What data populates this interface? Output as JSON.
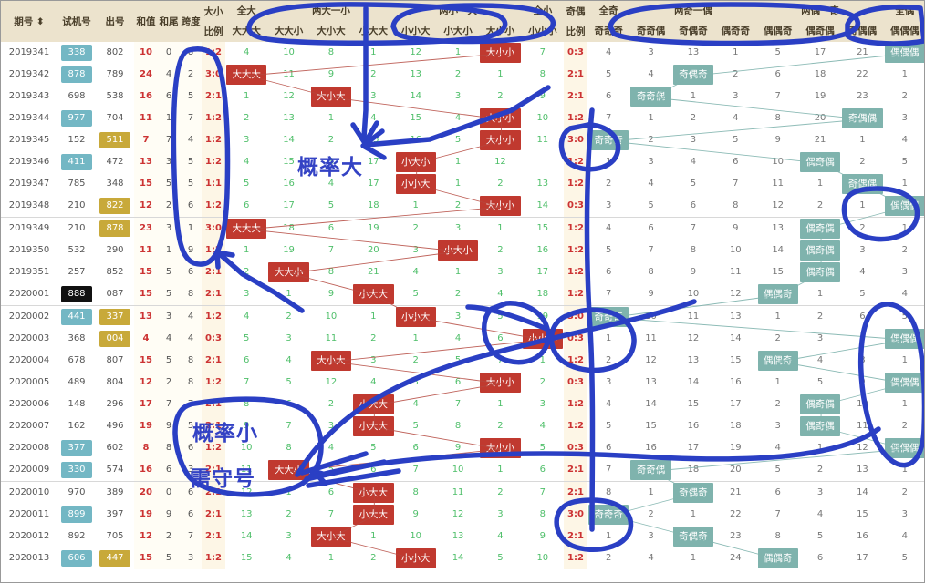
{
  "header": {
    "left_cols": [
      {
        "key": "issue",
        "label": "期号",
        "sortable": true
      },
      {
        "key": "shiji",
        "label": "试机号"
      },
      {
        "key": "chuhao",
        "label": "出号"
      },
      {
        "key": "hezhi",
        "label": "和值"
      },
      {
        "key": "hewei",
        "label": "和尾"
      },
      {
        "key": "kuadu",
        "label": "跨度"
      },
      {
        "key": "ratio",
        "label": "大小比例",
        "two_line": [
          "大小",
          "比例"
        ]
      }
    ],
    "size_groups": [
      {
        "group": "全大",
        "cols": [
          "大大大"
        ]
      },
      {
        "group": "两大一小",
        "cols": [
          "大大小",
          "大小大",
          "小大大"
        ]
      },
      {
        "group": "两小一大",
        "cols": [
          "小小大",
          "小大小",
          "大小小"
        ]
      },
      {
        "group": "全小",
        "cols": [
          "小小小"
        ]
      }
    ],
    "odd_ratio": {
      "two_line": [
        "奇偶",
        "比例"
      ]
    },
    "odd_groups": [
      {
        "group": "全奇",
        "cols": [
          "奇奇奇"
        ]
      },
      {
        "group": "两奇一偶",
        "cols": [
          "奇奇偶",
          "奇偶奇",
          "偶奇奇"
        ]
      },
      {
        "group": "两偶一奇",
        "cols": [
          "偶偶奇",
          "偶奇偶",
          "奇偶偶"
        ]
      },
      {
        "group": "全偶",
        "cols": [
          "偶偶偶"
        ]
      }
    ]
  },
  "rows": [
    {
      "issue": "2019341",
      "shiji": "338",
      "shiji_style": "blue",
      "chuhao": "802",
      "chuhao_style": "plain",
      "hezhi": "10",
      "hewei": "0",
      "kuadu": "8",
      "ratio": "1:2",
      "big": [
        "4",
        "10",
        "8",
        "1",
        "12",
        "1",
        "",
        "7"
      ],
      "big_badge": {
        "index": 6,
        "text": "大小小"
      },
      "oddratio": "0:3",
      "odd": [
        "4",
        "3",
        "13",
        "1",
        "5",
        "17",
        "21",
        ""
      ],
      "odd_badge": {
        "index": 7,
        "text": "偶偶偶"
      }
    },
    {
      "issue": "2019342",
      "shiji": "878",
      "shiji_style": "blue",
      "chuhao": "789",
      "chuhao_style": "plain",
      "hezhi": "24",
      "hewei": "4",
      "kuadu": "2",
      "ratio": "3:0",
      "big": [
        "",
        "11",
        "9",
        "2",
        "13",
        "2",
        "1",
        "8"
      ],
      "big_badge": {
        "index": 0,
        "text": "大大大"
      },
      "oddratio": "2:1",
      "odd": [
        "5",
        "4",
        "",
        "2",
        "6",
        "18",
        "22",
        "1"
      ],
      "odd_badge": {
        "index": 2,
        "text": "奇偶奇"
      }
    },
    {
      "issue": "2019343",
      "shiji": "698",
      "shiji_style": "plain",
      "chuhao": "538",
      "chuhao_style": "plain",
      "hezhi": "16",
      "hewei": "6",
      "kuadu": "5",
      "ratio": "2:1",
      "big": [
        "1",
        "12",
        "",
        "3",
        "14",
        "3",
        "2",
        "9"
      ],
      "big_badge": {
        "index": 2,
        "text": "大小大"
      },
      "oddratio": "2:1",
      "odd": [
        "6",
        "",
        "1",
        "3",
        "7",
        "19",
        "23",
        "2"
      ],
      "odd_badge": {
        "index": 1,
        "text": "奇奇偶"
      }
    },
    {
      "issue": "2019344",
      "shiji": "977",
      "shiji_style": "blue",
      "chuhao": "704",
      "chuhao_style": "plain",
      "hezhi": "11",
      "hewei": "1",
      "kuadu": "7",
      "ratio": "1:2",
      "big": [
        "2",
        "13",
        "1",
        "4",
        "15",
        "4",
        "",
        "10"
      ],
      "big_badge": {
        "index": 6,
        "text": "大小小"
      },
      "oddratio": "1:2",
      "odd": [
        "7",
        "1",
        "2",
        "4",
        "8",
        "20",
        "",
        "3"
      ],
      "odd_badge": {
        "index": 6,
        "text": "奇偶偶"
      }
    },
    {
      "issue": "2019345",
      "shiji": "152",
      "shiji_style": "plain",
      "chuhao": "511",
      "chuhao_style": "gold",
      "hezhi": "7",
      "hewei": "7",
      "kuadu": "4",
      "ratio": "1:2",
      "big": [
        "3",
        "14",
        "2",
        "15",
        "16",
        "5",
        "",
        "11"
      ],
      "big_badge": {
        "index": 6,
        "text": "大小小"
      },
      "oddratio": "3:0",
      "odd": [
        "",
        "2",
        "3",
        "5",
        "9",
        "21",
        "1",
        "4"
      ],
      "odd_badge": {
        "index": 0,
        "text": "奇奇奇"
      }
    },
    {
      "issue": "2019346",
      "shiji": "411",
      "shiji_style": "blue",
      "chuhao": "472",
      "chuhao_style": "plain",
      "hezhi": "13",
      "hewei": "3",
      "kuadu": "5",
      "ratio": "1:2",
      "big": [
        "4",
        "15",
        "3",
        "17",
        "",
        "1",
        "12",
        ""
      ],
      "big_badge": {
        "index": 4,
        "text": "小大小"
      },
      "oddratio": "1:2",
      "odd": [
        "1",
        "3",
        "4",
        "6",
        "10",
        "",
        "2",
        "5"
      ],
      "odd_badge": {
        "index": 5,
        "text": "偶奇偶"
      }
    },
    {
      "issue": "2019347",
      "shiji": "785",
      "shiji_style": "plain",
      "chuhao": "348",
      "chuhao_style": "plain",
      "hezhi": "15",
      "hewei": "5",
      "kuadu": "5",
      "ratio": "1:1",
      "big": [
        "5",
        "16",
        "4",
        "17",
        "",
        "1",
        "2",
        "13"
      ],
      "big_badge": {
        "index": 4,
        "text": "小小大"
      },
      "oddratio": "1:2",
      "odd": [
        "2",
        "4",
        "5",
        "7",
        "11",
        "1",
        "",
        "1"
      ],
      "odd_badge": {
        "index": 6,
        "text": "奇偶偶"
      }
    },
    {
      "issue": "2019348",
      "shiji": "210",
      "shiji_style": "plain",
      "chuhao": "822",
      "chuhao_style": "gold",
      "hezhi": "12",
      "hewei": "2",
      "kuadu": "6",
      "ratio": "1:2",
      "groupend": true,
      "big": [
        "6",
        "17",
        "5",
        "18",
        "1",
        "2",
        "",
        "14"
      ],
      "big_badge": {
        "index": 6,
        "text": "大小小"
      },
      "oddratio": "0:3",
      "odd": [
        "3",
        "5",
        "6",
        "8",
        "12",
        "2",
        "1",
        ""
      ],
      "odd_badge": {
        "index": 7,
        "text": "偶偶偶"
      }
    },
    {
      "issue": "2019349",
      "shiji": "210",
      "shiji_style": "plain",
      "chuhao": "878",
      "chuhao_style": "gold",
      "hezhi": "23",
      "hewei": "3",
      "kuadu": "1",
      "ratio": "3:0",
      "big": [
        "",
        "18",
        "6",
        "19",
        "2",
        "3",
        "1",
        "15"
      ],
      "big_badge": {
        "index": 0,
        "text": "大大大"
      },
      "oddratio": "1:2",
      "odd": [
        "4",
        "6",
        "7",
        "9",
        "13",
        "",
        "2",
        "1"
      ],
      "odd_badge": {
        "index": 5,
        "text": "偶奇偶"
      }
    },
    {
      "issue": "2019350",
      "shiji": "532",
      "shiji_style": "plain",
      "chuhao": "290",
      "chuhao_style": "plain",
      "hezhi": "11",
      "hewei": "1",
      "kuadu": "9",
      "ratio": "1:2",
      "big": [
        "1",
        "19",
        "7",
        "20",
        "3",
        "",
        "2",
        "16"
      ],
      "big_badge": {
        "index": 5,
        "text": "小大小"
      },
      "oddratio": "1:2",
      "odd": [
        "5",
        "7",
        "8",
        "10",
        "14",
        "",
        "3",
        "2"
      ],
      "odd_badge": {
        "index": 5,
        "text": "偶奇偶"
      }
    },
    {
      "issue": "2019351",
      "shiji": "257",
      "shiji_style": "plain",
      "chuhao": "852",
      "chuhao_style": "plain",
      "hezhi": "15",
      "hewei": "5",
      "kuadu": "6",
      "ratio": "2:1",
      "big": [
        "2",
        "",
        "8",
        "21",
        "4",
        "1",
        "3",
        "17"
      ],
      "big_badge": {
        "index": 1,
        "text": "大大小"
      },
      "oddratio": "1:2",
      "odd": [
        "6",
        "8",
        "9",
        "11",
        "15",
        "",
        "4",
        "3"
      ],
      "odd_badge": {
        "index": 5,
        "text": "偶奇偶"
      }
    },
    {
      "issue": "2020001",
      "shiji": "888",
      "shiji_style": "black",
      "chuhao": "087",
      "chuhao_style": "plain",
      "hezhi": "15",
      "hewei": "5",
      "kuadu": "8",
      "ratio": "2:1",
      "groupend": true,
      "big": [
        "3",
        "1",
        "9",
        "",
        "5",
        "2",
        "4",
        "18"
      ],
      "big_badge": {
        "index": 3,
        "text": "小大大"
      },
      "oddratio": "1:2",
      "odd": [
        "7",
        "9",
        "10",
        "12",
        "",
        "1",
        "5",
        "4"
      ],
      "odd_badge": {
        "index": 4,
        "text": "偶偶奇"
      }
    },
    {
      "issue": "2020002",
      "shiji": "441",
      "shiji_style": "blue",
      "chuhao": "337",
      "chuhao_style": "gold",
      "hezhi": "13",
      "hewei": "3",
      "kuadu": "4",
      "ratio": "1:2",
      "big": [
        "4",
        "2",
        "10",
        "1",
        "",
        "3",
        "5",
        "19"
      ],
      "big_badge": {
        "index": 4,
        "text": "小小大"
      },
      "oddratio": "3:0",
      "odd": [
        "",
        "10",
        "11",
        "13",
        "1",
        "2",
        "6",
        "5"
      ],
      "odd_badge": {
        "index": 0,
        "text": "奇奇奇"
      }
    },
    {
      "issue": "2020003",
      "shiji": "368",
      "shiji_style": "plain",
      "chuhao": "004",
      "chuhao_style": "gold",
      "hezhi": "4",
      "hewei": "4",
      "kuadu": "4",
      "ratio": "0:3",
      "big": [
        "5",
        "3",
        "11",
        "2",
        "1",
        "4",
        "6",
        ""
      ],
      "big_badge": {
        "index": 7,
        "text": "小小小"
      },
      "oddratio": "0:3",
      "odd": [
        "1",
        "11",
        "12",
        "14",
        "2",
        "3",
        "",
        ""
      ],
      "odd_badge": {
        "index": 7,
        "text": "偶偶偶"
      }
    },
    {
      "issue": "2020004",
      "shiji": "678",
      "shiji_style": "plain",
      "chuhao": "807",
      "chuhao_style": "plain",
      "hezhi": "15",
      "hewei": "5",
      "kuadu": "8",
      "ratio": "2:1",
      "big": [
        "6",
        "4",
        "",
        "3",
        "2",
        "5",
        "7",
        "1"
      ],
      "big_badge": {
        "index": 2,
        "text": "大小大"
      },
      "oddratio": "1:2",
      "odd": [
        "2",
        "12",
        "13",
        "15",
        "",
        "4",
        "8",
        "1"
      ],
      "odd_badge": {
        "index": 4,
        "text": "偶偶奇"
      }
    },
    {
      "issue": "2020005",
      "shiji": "489",
      "shiji_style": "plain",
      "chuhao": "804",
      "chuhao_style": "plain",
      "hezhi": "12",
      "hewei": "2",
      "kuadu": "8",
      "ratio": "1:2",
      "big": [
        "7",
        "5",
        "12",
        "4",
        "3",
        "6",
        "",
        "2"
      ],
      "big_badge": {
        "index": 6,
        "text": "大小小"
      },
      "oddratio": "0:3",
      "odd": [
        "3",
        "13",
        "14",
        "16",
        "1",
        "5",
        "9",
        ""
      ],
      "odd_badge": {
        "index": 7,
        "text": "偶偶偶"
      }
    },
    {
      "issue": "2020006",
      "shiji": "148",
      "shiji_style": "plain",
      "chuhao": "296",
      "chuhao_style": "plain",
      "hezhi": "17",
      "hewei": "7",
      "kuadu": "7",
      "ratio": "2:1",
      "big": [
        "8",
        "6",
        "2",
        "",
        "4",
        "7",
        "1",
        "3"
      ],
      "big_badge": {
        "index": 3,
        "text": "小大大"
      },
      "oddratio": "1:2",
      "odd": [
        "4",
        "14",
        "15",
        "17",
        "2",
        "",
        "10",
        "1"
      ],
      "odd_badge": {
        "index": 5,
        "text": "偶奇偶"
      }
    },
    {
      "issue": "2020007",
      "shiji": "162",
      "shiji_style": "plain",
      "chuhao": "496",
      "chuhao_style": "plain",
      "hezhi": "19",
      "hewei": "9",
      "kuadu": "5",
      "ratio": "2:1",
      "big": [
        "9",
        "7",
        "3",
        "",
        "5",
        "8",
        "2",
        "4"
      ],
      "big_badge": {
        "index": 3,
        "text": "小大大"
      },
      "oddratio": "1:2",
      "odd": [
        "5",
        "15",
        "16",
        "18",
        "3",
        "",
        "11",
        "2"
      ],
      "odd_badge": {
        "index": 5,
        "text": "偶奇偶"
      }
    },
    {
      "issue": "2020008",
      "shiji": "377",
      "shiji_style": "blue",
      "chuhao": "602",
      "chuhao_style": "plain",
      "hezhi": "8",
      "hewei": "8",
      "kuadu": "6",
      "ratio": "1:2",
      "big": [
        "10",
        "8",
        "4",
        "5",
        "6",
        "9",
        "",
        "5"
      ],
      "big_badge": {
        "index": 6,
        "text": "大小小"
      },
      "oddratio": "0:3",
      "odd": [
        "6",
        "16",
        "17",
        "19",
        "4",
        "1",
        "12",
        ""
      ],
      "odd_badge": {
        "index": 7,
        "text": "偶偶偶"
      }
    },
    {
      "issue": "2020009",
      "shiji": "330",
      "shiji_style": "blue",
      "chuhao": "574",
      "chuhao_style": "plain",
      "hezhi": "16",
      "hewei": "6",
      "kuadu": "3",
      "ratio": "2:1",
      "groupend": true,
      "big": [
        "11",
        "",
        "5",
        "6",
        "7",
        "10",
        "1",
        "6"
      ],
      "big_badge": {
        "index": 1,
        "text": "大大小"
      },
      "oddratio": "2:1",
      "odd": [
        "7",
        "",
        "18",
        "20",
        "5",
        "2",
        "13",
        "1"
      ],
      "odd_badge": {
        "index": 1,
        "text": "奇奇偶"
      }
    },
    {
      "issue": "2020010",
      "shiji": "970",
      "shiji_style": "plain",
      "chuhao": "389",
      "chuhao_style": "plain",
      "hezhi": "20",
      "hewei": "0",
      "kuadu": "6",
      "ratio": "2:1",
      "big": [
        "12",
        "1",
        "6",
        "",
        "8",
        "11",
        "2",
        "7"
      ],
      "big_badge": {
        "index": 3,
        "text": "小大大"
      },
      "oddratio": "2:1",
      "odd": [
        "8",
        "1",
        "",
        "21",
        "6",
        "3",
        "14",
        "2"
      ],
      "odd_badge": {
        "index": 2,
        "text": "奇偶奇"
      }
    },
    {
      "issue": "2020011",
      "shiji": "899",
      "shiji_style": "blue",
      "chuhao": "397",
      "chuhao_style": "plain",
      "hezhi": "19",
      "hewei": "9",
      "kuadu": "6",
      "ratio": "2:1",
      "big": [
        "13",
        "2",
        "7",
        "",
        "9",
        "12",
        "3",
        "8"
      ],
      "big_badge": {
        "index": 3,
        "text": "小大大"
      },
      "oddratio": "3:0",
      "odd": [
        "",
        "2",
        "1",
        "22",
        "7",
        "4",
        "15",
        "3"
      ],
      "odd_badge": {
        "index": 0,
        "text": "奇奇奇"
      }
    },
    {
      "issue": "2020012",
      "shiji": "892",
      "shiji_style": "plain",
      "chuhao": "705",
      "chuhao_style": "plain",
      "hezhi": "12",
      "hewei": "2",
      "kuadu": "7",
      "ratio": "2:1",
      "big": [
        "14",
        "3",
        "",
        "1",
        "10",
        "13",
        "4",
        "9"
      ],
      "big_badge": {
        "index": 2,
        "text": "大小大"
      },
      "oddratio": "2:1",
      "odd": [
        "1",
        "3",
        "",
        "23",
        "8",
        "5",
        "16",
        "4"
      ],
      "odd_badge": {
        "index": 2,
        "text": "奇偶奇"
      }
    },
    {
      "issue": "2020013",
      "shiji": "606",
      "shiji_style": "blue",
      "chuhao": "447",
      "chuhao_style": "gold",
      "hezhi": "15",
      "hewei": "5",
      "kuadu": "3",
      "ratio": "1:2",
      "big": [
        "15",
        "4",
        "1",
        "2",
        "",
        "14",
        "5",
        "10"
      ],
      "big_badge": {
        "index": 4,
        "text": "小小大"
      },
      "oddratio": "1:2",
      "odd": [
        "2",
        "4",
        "1",
        "24",
        "",
        "6",
        "17",
        "5"
      ],
      "odd_badge": {
        "index": 4,
        "text": "偶偶奇"
      }
    }
  ],
  "annotations": {
    "label_big": "概率大",
    "label_small": "概率小",
    "label_small2": "需守号",
    "ink_color": "#2a3fc4"
  },
  "colors": {
    "header_bg": "#ece3cd",
    "red_badge": "#c0392f",
    "teal_badge": "#7fb3ad",
    "blue_chip": "#73b7c4",
    "gold_chip": "#c8a93a",
    "green_text": "#4fbf6a",
    "red_text": "#cc3333"
  }
}
